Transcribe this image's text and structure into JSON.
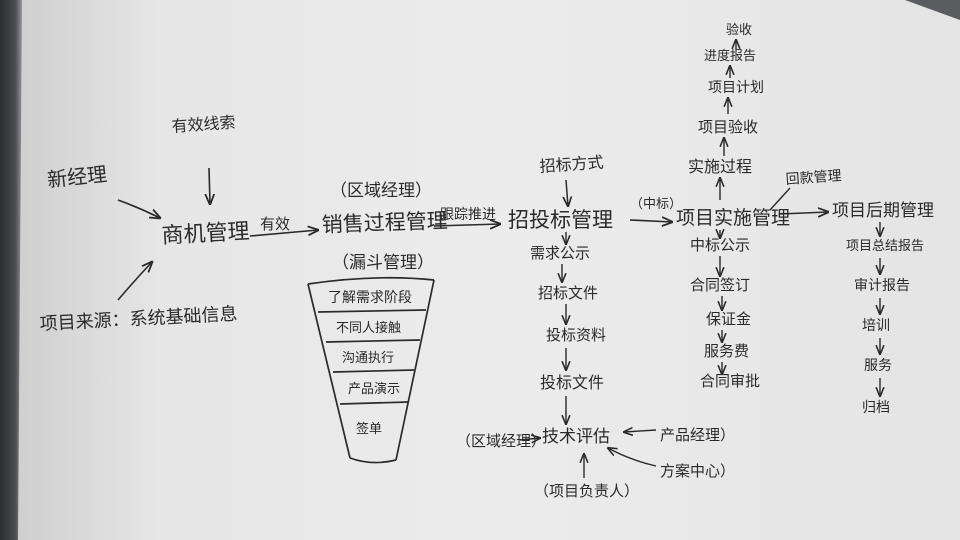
{
  "nodes": {
    "new_manager": "新经理",
    "effective_source": "有效线索",
    "project_source": "项目来源：系统基础信息",
    "opportunity_mgmt": "商机管理",
    "sales_process_mgmt": "销售过程管理",
    "regional_manager": "（区域经理）",
    "funnel_mgmt": "（漏斗管理）",
    "bid_mgmt": "招投标管理",
    "bid_method": "招标方式",
    "demand_notice": "需求公示",
    "bid_doc": "招标文件",
    "bid_material": "投标资料",
    "tender_doc": "投标文件",
    "tech_eval": "技术评估",
    "regional_dept": "（区域经理）",
    "product_dept": "产品经理）",
    "project_person": "（项目负责人）",
    "bid_center": "方案中心）",
    "project_impl_mgmt": "项目实施管理",
    "payment_mgmt": "回款管理",
    "win_notice": "中标公示",
    "contract_sign": "合同签订",
    "deposit": "保证金",
    "service_fee": "服务费",
    "contract_approval": "合同审批",
    "impl_process": "实施过程",
    "project_delivery": "项目验收",
    "project_plan": "项目计划",
    "progress": "进度报告",
    "acceptance": "验收",
    "post_mgmt": "项目后期管理",
    "project_report": "项目总结报告",
    "audit_report": "审计报告",
    "training": "培训",
    "service": "服务",
    "archive": "归档"
  },
  "funnel_stages": [
    "了解需求阶段",
    "不同人接触",
    "沟通执行",
    "产品演示",
    "签单"
  ],
  "edge_labels": {
    "to_sales": "有效",
    "to_bid": "跟踪推进",
    "to_impl": "（中标）"
  }
}
